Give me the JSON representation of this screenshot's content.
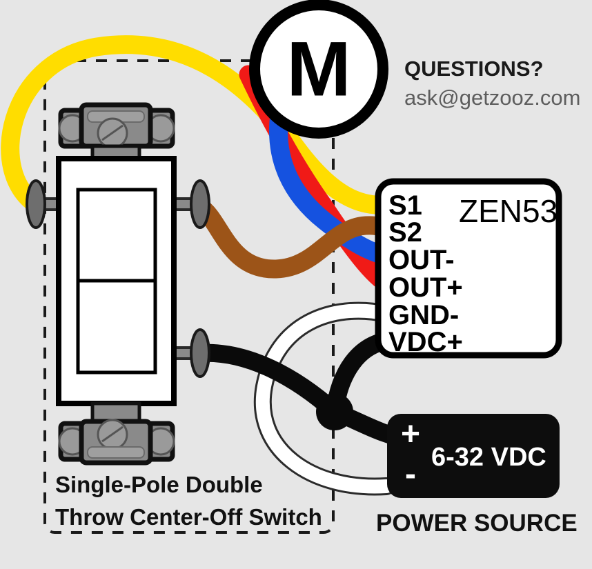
{
  "diagram": {
    "title_hidden": "",
    "background_color": "#e6e6e6"
  },
  "help": {
    "heading": "QUESTIONS?",
    "email": "ask@getzooz.com"
  },
  "motor": {
    "label": "M",
    "shape": "circle"
  },
  "controller": {
    "model": "ZEN53",
    "terminals": [
      {
        "id": "s1",
        "label": "S1",
        "wire_color_name": "yellow",
        "wire_color": "#FFDD00"
      },
      {
        "id": "s2",
        "label": "S2",
        "wire_color_name": "brown",
        "wire_color": "#9C5418"
      },
      {
        "id": "out_minus",
        "label": "OUT-",
        "wire_color_name": "blue",
        "wire_color": "#1552E0"
      },
      {
        "id": "out_plus",
        "label": "OUT+",
        "wire_color_name": "red",
        "wire_color": "#F01A17"
      },
      {
        "id": "gnd_minus",
        "label": "GND-",
        "wire_color_name": "white",
        "wire_color": "#FFFFFF"
      },
      {
        "id": "vdc_plus",
        "label": "VDC+",
        "wire_color_name": "black",
        "wire_color": "#0A0A0A"
      }
    ]
  },
  "power_source": {
    "voltage_label": "6-32 VDC",
    "plus_label": "+",
    "minus_label": "-",
    "caption": "POWER SOURCE"
  },
  "switch": {
    "caption_line1": "Single-Pole Double",
    "caption_line2": "Throw Center-Off Switch",
    "terminals": [
      {
        "id": "left-top",
        "wire_color_name": "yellow"
      },
      {
        "id": "right-top",
        "wire_color_name": "brown"
      },
      {
        "id": "right-bottom",
        "wire_color_name": "black"
      }
    ]
  },
  "colors": {
    "background": "#e6e6e6",
    "outline": "#000000",
    "yellow": "#FFDD00",
    "brown": "#9C5418",
    "blue": "#1552E0",
    "red": "#F01A17",
    "black": "#0A0A0A",
    "white": "#FFFFFF",
    "metal": "#8a8a8a",
    "metal_dark": "#6e6e6e",
    "text_muted": "#5d5d5d"
  }
}
